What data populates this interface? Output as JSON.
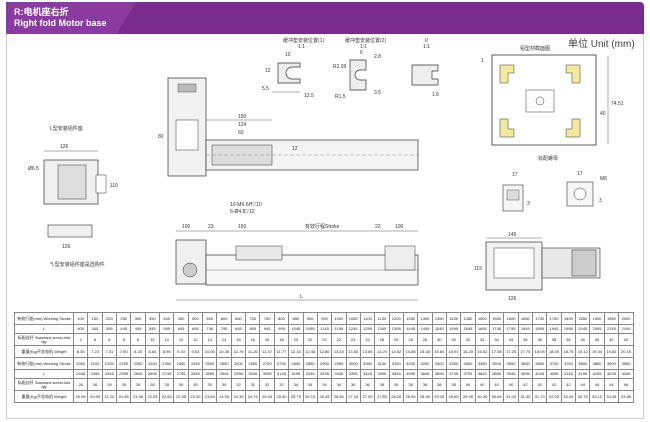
{
  "header": {
    "title_cn": "R:电机座右折",
    "title_en": "Right fold Motor base"
  },
  "unit_label": "单位 Unit (mm)",
  "detail_labels": {
    "a": "缓冲垫安装位置(1)",
    "a_scale": "1:1",
    "b": "缓冲垫安装位置(2)",
    "b_scale": "1:1",
    "c": "II",
    "c_scale": "1:1",
    "profile": "铝型材截面图",
    "l_bracket": "L型安装铝件座",
    "l_note": "*L型安装铝件座是选购件",
    "nut": "标配螺母",
    "stroke": "有效行程Stroke"
  },
  "dims": {
    "d150": "150",
    "d124": "124",
    "d60": "60",
    "d80": "80",
    "d12a": "12",
    "d10m6": "10-M6-6H▽10",
    "d64812": "6-Ø4.8▽12",
    "d100": "100",
    "d23": "23",
    "d150b": "150",
    "d22": "22",
    "d100b": "100",
    "dL": "L",
    "d145": "145",
    "d115": "115",
    "d126": "126",
    "d126b": "126",
    "d126c": "126",
    "d110": "110",
    "d65": "Ø6.5",
    "d12": "12",
    "d10": "10",
    "d55": "5.5",
    "d125": "12.5",
    "d1": "1",
    "r209": "R2.09",
    "d28": "2.8",
    "r15": "R1.5",
    "d35": "3.5",
    "d6": "6",
    "d16": "1.6",
    "d40": "40",
    "d7451": "74.51",
    "d17": "17",
    "d3": "3",
    "dm8": "M8",
    "d17b": "17",
    "d3b": "3"
  },
  "spec_table": {
    "rows": [
      {
        "label": "有效行程(mm) Working Stroke",
        "values": [
          "100",
          "150",
          "200",
          "250",
          "300",
          "350",
          "400",
          "450",
          "500",
          "550",
          "600",
          "650",
          "700",
          "750",
          "800",
          "850",
          "900",
          "950",
          "1000",
          "1050",
          "1100",
          "1150",
          "1200",
          "1250",
          "1300",
          "1350",
          "1400",
          "1450",
          "1500",
          "1550",
          "1600",
          "1650",
          "1700",
          "1750",
          "1800",
          "1850",
          "1900",
          "1950",
          "2000"
        ]
      },
      {
        "label": "L",
        "values": [
          "400",
          "345",
          "395",
          "445",
          "495",
          "545",
          "595",
          "645",
          "695",
          "745",
          "795",
          "845",
          "895",
          "945",
          "995",
          "1045",
          "1095",
          "1145",
          "1195",
          "1245",
          "1295",
          "1345",
          "1395",
          "1445",
          "1495",
          "1545",
          "1595",
          "1645",
          "1695",
          "1745",
          "1795",
          "1845",
          "1895",
          "1945",
          "1995",
          "2045",
          "2095",
          "2145",
          "2195"
        ]
      },
      {
        "label": "标配丝杆 Standard screw-lots qty",
        "values": [
          "4",
          "6",
          "6",
          "8",
          "8",
          "10",
          "10",
          "12",
          "12",
          "14",
          "14",
          "16",
          "16",
          "18",
          "18",
          "20",
          "20",
          "22",
          "22",
          "24",
          "24",
          "26",
          "26",
          "28",
          "28",
          "30",
          "30",
          "32",
          "32",
          "34",
          "34",
          "36",
          "36",
          "38",
          "38",
          "40",
          "40",
          "42",
          "42"
        ]
      },
      {
        "label": "重量(Kg)不含电机 Weight",
        "values": [
          "6.35",
          "7.23",
          "7.31",
          "7.90",
          "8.25",
          "8.63",
          "8.95",
          "9.33",
          "9.63",
          "10.06",
          "10.35",
          "10.76",
          "11.26",
          "11.47",
          "11.77",
          "12.10",
          "12.46",
          "12.80",
          "13.15",
          "13.50",
          "13.85",
          "14.20",
          "14.52",
          "14.88",
          "15.26",
          "15.60",
          "15.91",
          "16.20",
          "16.62",
          "17.08",
          "17.25",
          "17.70",
          "18.05",
          "18.40",
          "18.75",
          "19.12",
          "19.44",
          "19.82",
          "20.15"
        ]
      },
      {
        "label": "有效行程(mm) Working Stroke",
        "values": [
          "2050",
          "2100",
          "2150",
          "2200",
          "2250",
          "2300",
          "2350",
          "2400",
          "2450",
          "2500",
          "2550",
          "2600",
          "2650",
          "2700",
          "2750",
          "2800",
          "2850",
          "2900",
          "2950",
          "3000",
          "3050",
          "3100",
          "3150",
          "3200",
          "3250",
          "3300",
          "3350",
          "3400",
          "3450",
          "3500",
          "3550",
          "3600",
          "3650",
          "3700",
          "3750",
          "3800",
          "3850",
          "3900",
          "3950"
        ]
      },
      {
        "label": "L",
        "values": [
          "2445",
          "2495",
          "2545",
          "2595",
          "2645",
          "2695",
          "2745",
          "2795",
          "2845",
          "2895",
          "2945",
          "2995",
          "3045",
          "3095",
          "3145",
          "3195",
          "3245",
          "3295",
          "3345",
          "3395",
          "3445",
          "3495",
          "3545",
          "3595",
          "3645",
          "3695",
          "3745",
          "3795",
          "3845",
          "3895",
          "3945",
          "3995",
          "4045",
          "4095",
          "4145",
          "4195",
          "4245",
          "4295",
          "4345"
        ]
      },
      {
        "label": "标配丝杆 Standard screw-lots qty",
        "values": [
          "26",
          "26",
          "28",
          "28",
          "28",
          "28",
          "28",
          "30",
          "30",
          "30",
          "30",
          "32",
          "32",
          "32",
          "32",
          "34",
          "34",
          "34",
          "34",
          "36",
          "36",
          "36",
          "36",
          "38",
          "38",
          "38",
          "38",
          "40",
          "40",
          "40",
          "40",
          "42",
          "42",
          "42",
          "42",
          "44",
          "44",
          "44",
          "46"
        ]
      },
      {
        "label": "重量(Kg)不含电机 Weight",
        "values": [
          "20.50",
          "20.85",
          "21.20",
          "21.55",
          "21.90",
          "22.25",
          "22.60",
          "22.95",
          "23.30",
          "23.65",
          "24.00",
          "24.35",
          "24.70",
          "25.05",
          "25.40",
          "25.75",
          "26.10",
          "26.45",
          "26.80",
          "27.15",
          "27.50",
          "27.85",
          "28.20",
          "28.55",
          "28.90",
          "29.25",
          "29.60",
          "29.95",
          "30.30",
          "30.65",
          "31.00",
          "31.35",
          "31.70",
          "32.05",
          "32.40",
          "32.75",
          "33.10",
          "33.45",
          "33.80"
        ]
      }
    ]
  }
}
